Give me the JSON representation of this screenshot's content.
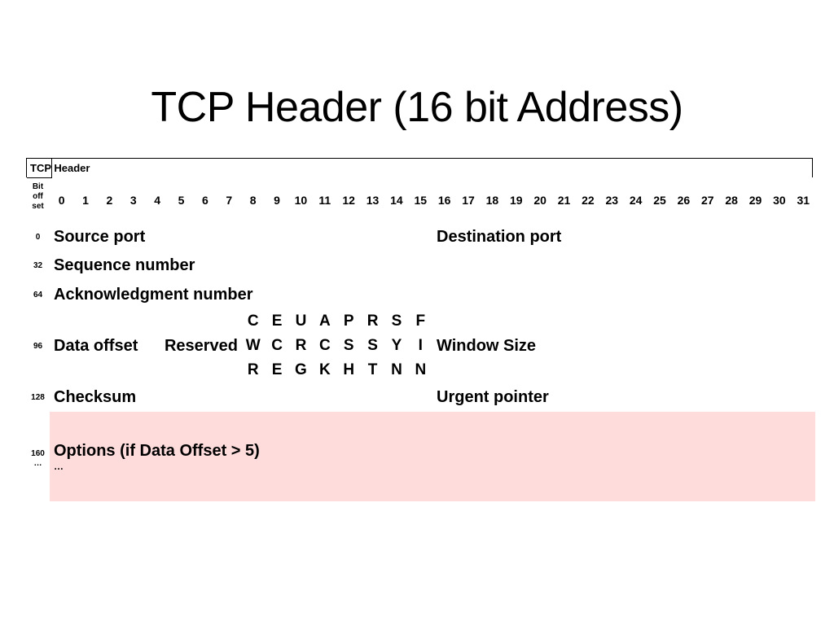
{
  "slide": {
    "title": "TCP Header (16 bit Address)"
  },
  "table": {
    "caption": "TCP Header",
    "offset_header": [
      "Bit",
      "off",
      "set"
    ],
    "bit_numbers": [
      "0",
      "1",
      "2",
      "3",
      "4",
      "5",
      "6",
      "7",
      "8",
      "9",
      "10",
      "11",
      "12",
      "13",
      "14",
      "15",
      "16",
      "17",
      "18",
      "19",
      "20",
      "21",
      "22",
      "23",
      "24",
      "25",
      "26",
      "27",
      "28",
      "29",
      "30",
      "31"
    ],
    "rows": {
      "r0": {
        "offset": "0",
        "source_port": "Source port",
        "destination_port": "Destination port"
      },
      "r32": {
        "offset": "32",
        "sequence_number": "Sequence number"
      },
      "r64": {
        "offset": "64",
        "acknowledgment_number": "Acknowledgment number"
      },
      "r96": {
        "offset": "96",
        "data_offset": "Data offset",
        "reserved": "Reserved",
        "flags": [
          [
            "C",
            "W",
            "R"
          ],
          [
            "E",
            "C",
            "E"
          ],
          [
            "U",
            "R",
            "G"
          ],
          [
            "A",
            "C",
            "K"
          ],
          [
            "P",
            "S",
            "H"
          ],
          [
            "R",
            "S",
            "T"
          ],
          [
            "S",
            "Y",
            "N"
          ],
          [
            "F",
            "I",
            "N"
          ]
        ],
        "window_size": "Window Size"
      },
      "r128": {
        "offset": "128",
        "checksum": "Checksum",
        "urgent_pointer": "Urgent pointer"
      },
      "r160": {
        "offset": "160",
        "offset_more": "…",
        "options": "Options (if Data Offset > 5)",
        "options_more": "…"
      }
    },
    "colors": {
      "options_bg": "#ffdcdc"
    }
  }
}
